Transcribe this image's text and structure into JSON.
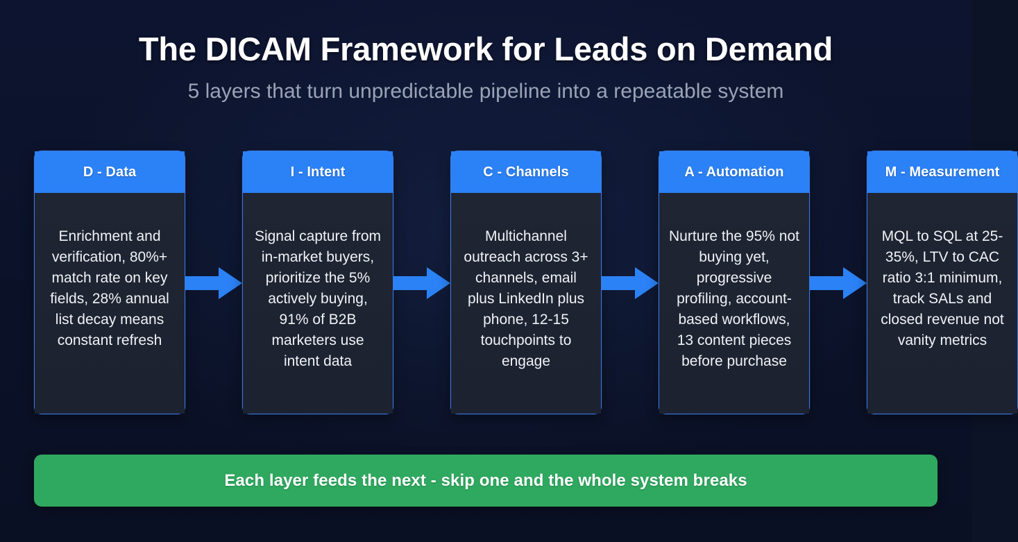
{
  "header": {
    "title": "The DICAM Framework for Leads on Demand",
    "subtitle": "5 layers that turn unpredictable pipeline into a repeatable system"
  },
  "colors": {
    "background": "#0c1326",
    "card_header_blue": "#2b82f6",
    "card_border_blue": "#3b7ae4",
    "card_body_dark": "#1f2532",
    "arrow_blue": "#2b82f6",
    "banner_green": "#2fa95f",
    "title_text": "#ffffff",
    "subtitle_text": "#9aa3b5",
    "body_text": "#f0f2f6"
  },
  "cards": [
    {
      "letter": "D",
      "name": "Data",
      "header_label": "D - Data",
      "body": "Enrichment and verification, 80%+ match rate on key fields, 28% annual list decay means constant refresh"
    },
    {
      "letter": "I",
      "name": "Intent",
      "header_label": "I - Intent",
      "body": "Signal capture from in-market buyers, prioritize the 5% actively buying, 91% of B2B marketers use intent data"
    },
    {
      "letter": "C",
      "name": "Channels",
      "header_label": "C - Channels",
      "body": "Multichannel outreach across 3+ channels, email plus LinkedIn plus phone, 12-15 touchpoints to engage"
    },
    {
      "letter": "A",
      "name": "Automation",
      "header_label": "A - Automation",
      "body": "Nurture the 95% not buying yet, progressive profiling, account-based workflows, 13 content pieces before purchase"
    },
    {
      "letter": "M",
      "name": "Measurement",
      "header_label": "M - Measurement",
      "body": "MQL to SQL at 25-35%, LTV to CAC ratio 3:1 minimum, track SALs and closed revenue not vanity metrics"
    }
  ],
  "connectors": [
    {
      "icon": "arrow-right-icon",
      "from": "D - Data",
      "to": "I - Intent"
    },
    {
      "icon": "arrow-right-icon",
      "from": "I - Intent",
      "to": "C - Channels"
    },
    {
      "icon": "arrow-right-icon",
      "from": "C - Channels",
      "to": "A - Automation"
    },
    {
      "icon": "arrow-right-icon",
      "from": "A - Automation",
      "to": "M - Measurement"
    }
  ],
  "footer": {
    "text": "Each layer feeds the next - skip one and the whole system breaks"
  }
}
